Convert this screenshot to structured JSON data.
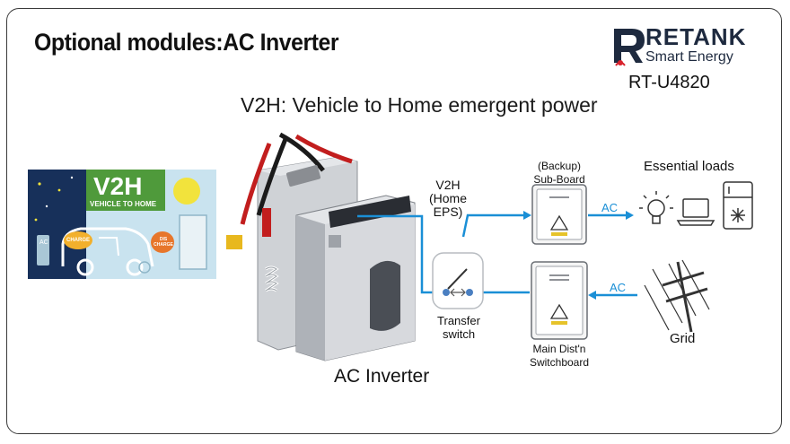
{
  "header": {
    "title": "Optional modules:AC Inverter",
    "subtitle": "V2H: Vehicle to Home emergent power"
  },
  "brand": {
    "name": "RETANK",
    "tagline": "Smart Energy",
    "model": "RT-U4820",
    "color_navy": "#1e2a3f",
    "color_red": "#d9232d"
  },
  "banner": {
    "title": "V2H",
    "caption": "VEHICLE TO HOME",
    "ac_tag": "AC",
    "charge_tag": "CHARGE",
    "discharge_tag": "DIS CHARGE"
  },
  "diagram": {
    "inverter_label": "AC Inverter",
    "v2h_label_1": "V2H",
    "v2h_label_2": "(Home EPS)",
    "transfer_label_1": "Transfer",
    "transfer_label_2": "switch",
    "backup_label_1": "(Backup)",
    "backup_label_2": "Sub-Board",
    "main_label_1": "Main Dist'n",
    "main_label_2": "Switchboard",
    "loads_label": "Essential loads",
    "grid_label": "Grid",
    "ac_label_top": "AC",
    "ac_label_bottom": "AC",
    "flow_color": "#1a8fd6"
  }
}
